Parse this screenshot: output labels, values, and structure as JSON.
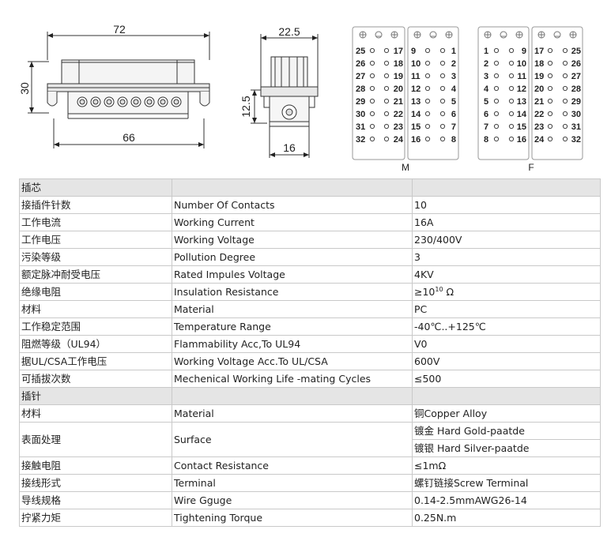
{
  "drawing": {
    "dim_width_top": "72",
    "dim_height_left": "30",
    "dim_width_bottom": "66",
    "dim_side_top": "22.5",
    "dim_side_height": "12.5",
    "dim_side_bottom": "16",
    "male_label": "M",
    "female_label": "F",
    "male_left_column": [
      "25",
      "26",
      "27",
      "28",
      "29",
      "30",
      "31",
      "32"
    ],
    "male_mid_column": [
      "17",
      "18",
      "19",
      "20",
      "21",
      "22",
      "23",
      "24"
    ],
    "male_right_left_column": [
      "9",
      "10",
      "11",
      "12",
      "13",
      "14",
      "15",
      "16"
    ],
    "male_right_right_column": [
      "1",
      "2",
      "3",
      "4",
      "5",
      "6",
      "7",
      "8"
    ],
    "female_left_column": [
      "1",
      "2",
      "3",
      "4",
      "5",
      "6",
      "7",
      "8"
    ],
    "female_mid_column": [
      "9",
      "10",
      "11",
      "12",
      "13",
      "14",
      "15",
      "16"
    ],
    "female_right_left_column": [
      "17",
      "18",
      "19",
      "20",
      "21",
      "22",
      "23",
      "24"
    ],
    "female_right_right_column": [
      "25",
      "26",
      "27",
      "28",
      "29",
      "30",
      "31",
      "32"
    ]
  },
  "spec": {
    "section_insert": "插芯",
    "section_contact": "插针",
    "insert_rows": [
      {
        "cn": "接插件针数",
        "en": "Number Of Contacts",
        "value": "10"
      },
      {
        "cn": "工作电流",
        "en": "Working Current",
        "value": "16A"
      },
      {
        "cn": "工作电压",
        "en": "Working Voltage",
        "value": "230/400V"
      },
      {
        "cn": "污染等级",
        "en": "Pollution Degree",
        "value": "3"
      },
      {
        "cn": "额定脉冲耐受电压",
        "en": "Rated Impules Voltage",
        "value": "4KV"
      },
      {
        "cn": "绝缘电阻",
        "en": "Insulation Resistance",
        "value": "≥10",
        "value_sup": "10",
        "value_unit": " Ω"
      },
      {
        "cn": "材料",
        "en": "Material",
        "value": "PC"
      },
      {
        "cn": "工作稳定范围",
        "en": "Temperature Range",
        "value": "-40℃..+125℃"
      },
      {
        "cn": "阻燃等级（UL94）",
        "en": "Flammability Acc,To UL94",
        "value": "V0"
      },
      {
        "cn": "据UL/CSA工作电压",
        "en": "Working Voltage Acc.To UL/CSA",
        "value": "600V"
      },
      {
        "cn": "可插拔次数",
        "en": "Mechenical Working Life -mating Cycles",
        "value": "≤500"
      }
    ],
    "contact_material": {
      "cn": "材料",
      "en": "Material",
      "value": "铜Copper Alloy"
    },
    "surface": {
      "cn": "表面处理",
      "en": "Surface",
      "value_1": "镀金 Hard Gold-paatde",
      "value_2": "镀银 Hard Silver-paatde"
    },
    "contact_rows": [
      {
        "cn": "接触电阻",
        "en": "Contact Resistance",
        "value": "≤1mΩ"
      },
      {
        "cn": "接线形式",
        "en": "Terminal",
        "value": "螺钉链接Screw Terminal"
      },
      {
        "cn": "导线规格",
        "en": "Wire Gguge",
        "value": "0.14-2.5mmAWG26-14"
      },
      {
        "cn": "拧紧力矩",
        "en": "Tightening Torque",
        "value": "0.25N.m"
      }
    ]
  }
}
